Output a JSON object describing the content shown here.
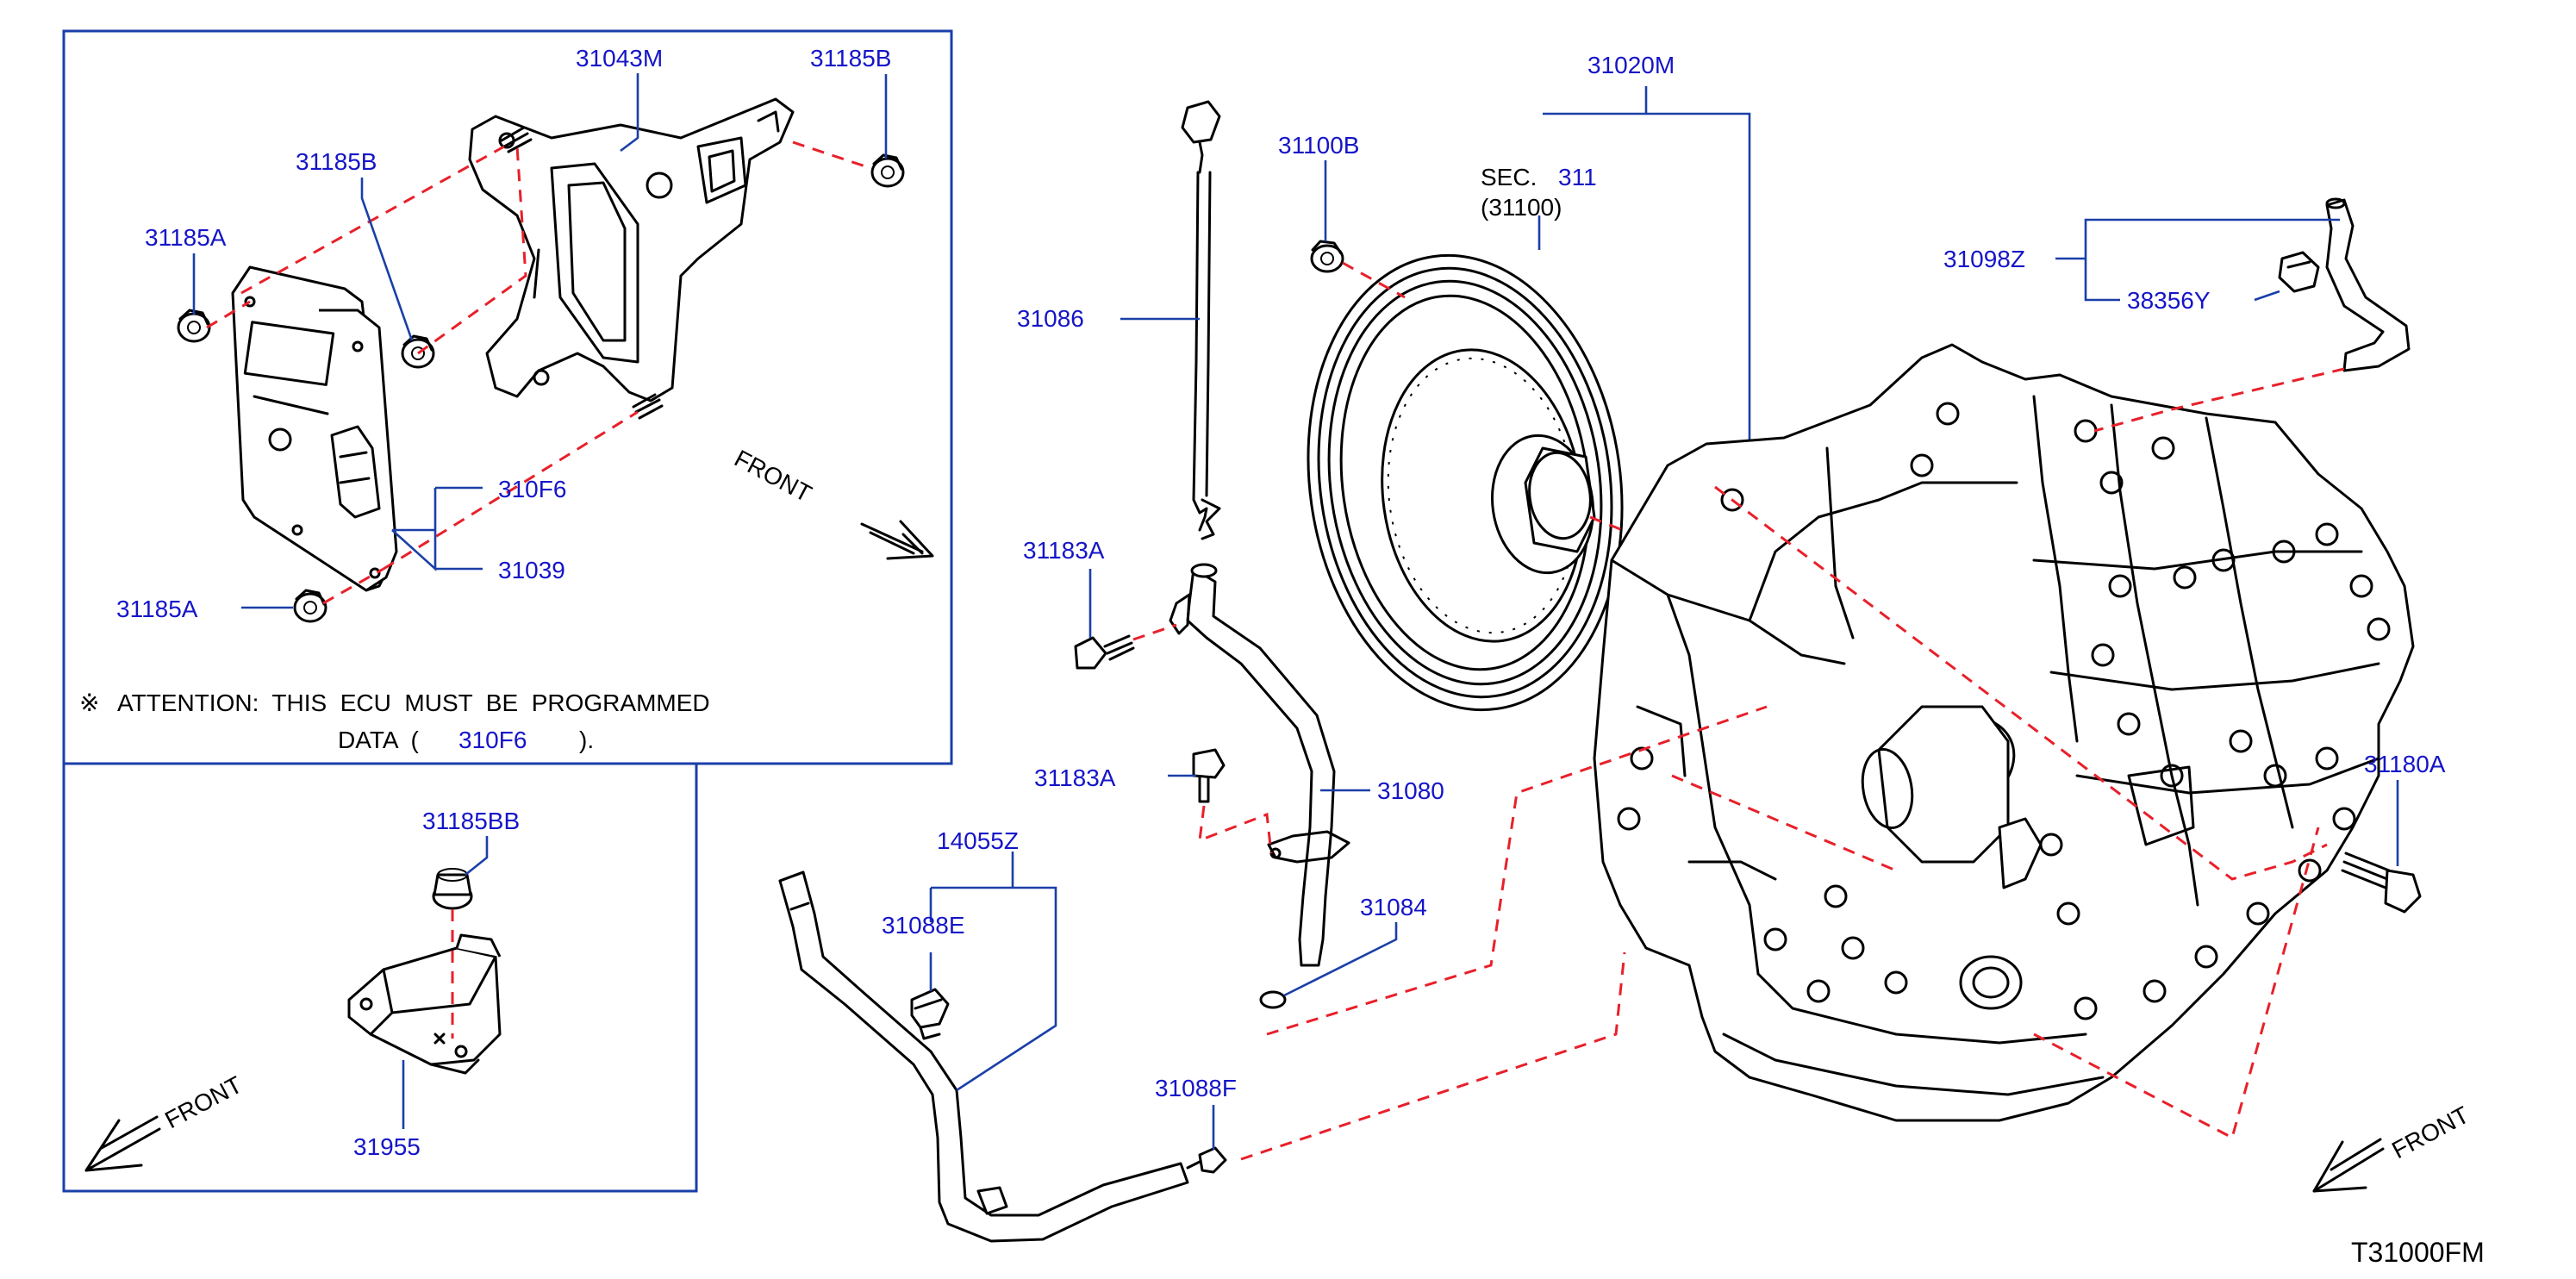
{
  "diagram_id": "T31000FM",
  "parts": {
    "p31043M": "31043M",
    "p31185B_top": "31185B",
    "p31185B_left": "31185B",
    "p31185A_top": "31185A",
    "p31185A_bottom": "31185A",
    "p310F6": "310F6",
    "p31039": "31039",
    "p31185BB": "31185BB",
    "p31955": "31955",
    "p31086": "31086",
    "p31183A_top": "31183A",
    "p31183A_bottom": "31183A",
    "p31080": "31080",
    "p31084": "31084",
    "p14055Z": "14055Z",
    "p31088E": "31088E",
    "p31088F": "31088F",
    "p31100B": "31100B",
    "p31020M": "31020M",
    "p31098Z": "31098Z",
    "p38356Y": "38356Y",
    "p31180A": "31180A"
  },
  "sec_ref": {
    "sec_label": "SEC.",
    "sec_number": "311",
    "sec_part": "(31100)"
  },
  "front_labels": {
    "ecu_box": "FRONT",
    "sensor_box": "FRONT",
    "main": "FRONT"
  },
  "attention": {
    "mark": "※",
    "line1": "ATTENTION:  THIS  ECU  MUST  BE  PROGRAMMED",
    "line2_prefix": "DATA  (",
    "line2_part": "310F6",
    "line2_suffix": ")."
  },
  "colors": {
    "label_blue": "#1515c8",
    "leader_blue": "#1a3fa8",
    "dash_red": "#e8202a",
    "ink": "#000000"
  }
}
